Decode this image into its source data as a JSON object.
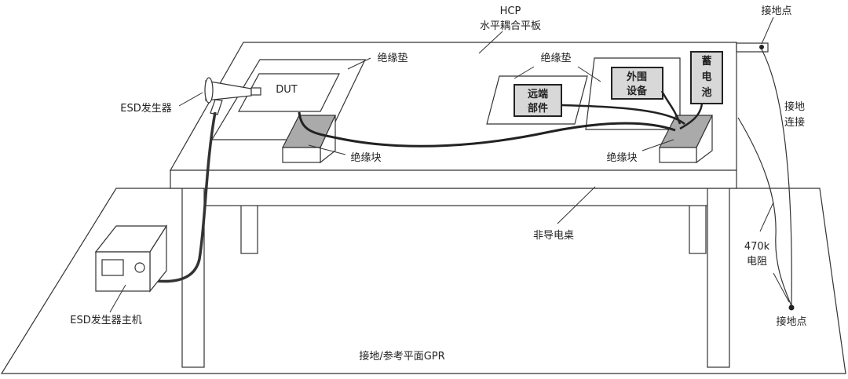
{
  "labels": {
    "hcp_line1": "HCP",
    "hcp_line2": "水平耦合平板",
    "ground_point_top": "接地点",
    "insulating_pad_left": "绝缘垫",
    "insulating_pad_right": "绝缘垫",
    "dut": "DUT",
    "esd_generator": "ESD发生器",
    "remote_line1": "远端",
    "remote_line2": "部件",
    "peripheral_line1": "外围",
    "peripheral_line2": "设备",
    "battery_line1": "蓄",
    "battery_line2": "电",
    "battery_line3": "池",
    "ground_connection_line1": "接地",
    "ground_connection_line2": "连接",
    "insulating_block_left": "绝缘块",
    "insulating_block_right": "绝缘块",
    "non_conductive_table": "非导电桌",
    "resistor_line1": "470k",
    "resistor_line2": "电阻",
    "esd_generator_main": "ESD发生器主机",
    "ground_point_bottom": "接地点",
    "ground_reference_plane": "接地/参考平面GPR"
  }
}
